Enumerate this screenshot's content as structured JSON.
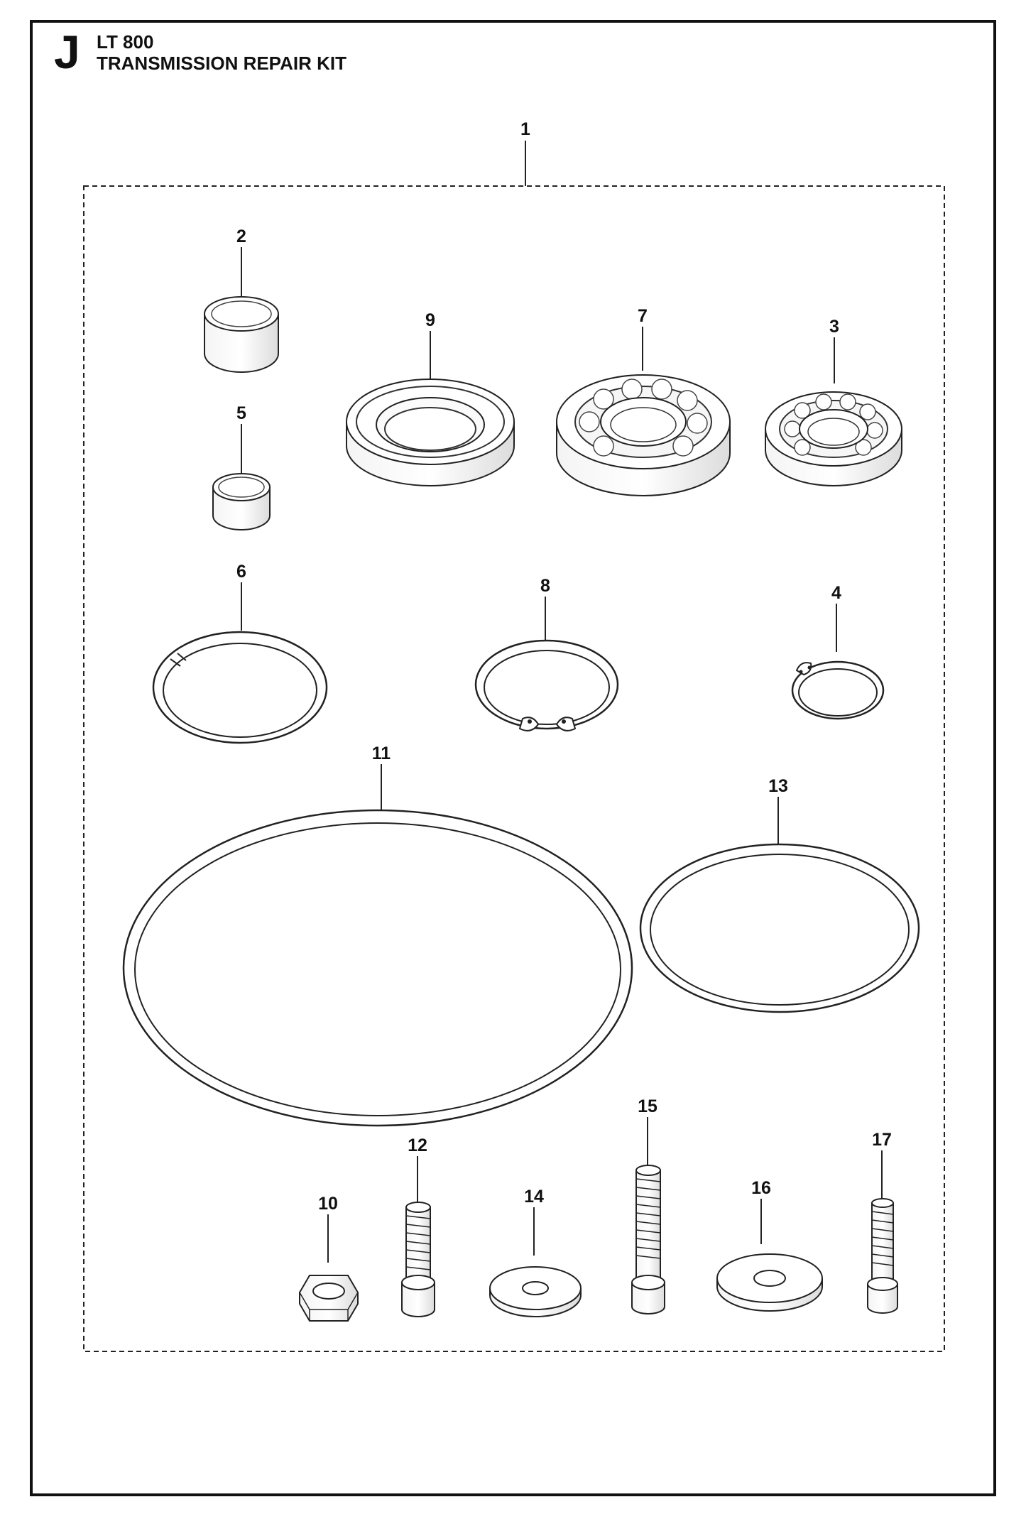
{
  "header": {
    "section_letter": "J",
    "model": "LT 800",
    "title": "TRANSMISSION REPAIR KIT"
  },
  "callouts": [
    "1",
    "2",
    "9",
    "7",
    "3",
    "5",
    "6",
    "8",
    "4",
    "11",
    "13",
    "15",
    "12",
    "17",
    "10",
    "14",
    "16"
  ]
}
